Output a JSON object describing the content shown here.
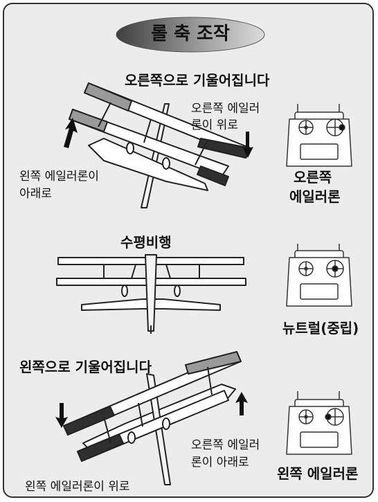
{
  "title": "롤 축 조작",
  "colors": {
    "panel": "#ececec",
    "pill_dark": "#4a4a4a",
    "pill_light": "#cfcfcf",
    "wing_dark": "#2f2f2f",
    "wing_gray": "#9a9a9a"
  },
  "sections": [
    {
      "heading": "오른쪽으로 기울어집니다",
      "label_right_aileron": [
        "오른쪽 에일러",
        "론이 위로"
      ],
      "label_left_aileron": [
        "왼쪽 에일러론이",
        "아래로"
      ],
      "tx_caption": [
        "오른쪽",
        "에일러론"
      ],
      "stick_direction": "right"
    },
    {
      "heading": "수평비행",
      "tx_caption": [
        "뉴트럴(중립)"
      ],
      "stick_direction": "neutral"
    },
    {
      "heading": "왼쪽으로 기울어집니다",
      "label_right_aileron": [
        "오른쪽 에일러",
        "론이 아래로"
      ],
      "label_left_aileron": [
        "왼쪽 에일러론이 위로"
      ],
      "tx_caption": [
        "왼쪽 에일러론"
      ],
      "stick_direction": "left"
    }
  ]
}
